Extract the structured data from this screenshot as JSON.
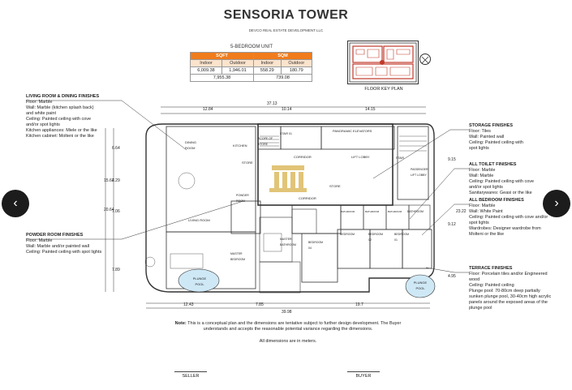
{
  "header": {
    "title": "SENSORIA TOWER",
    "developer": "DEVCO REAL ESTATE DEVELOPMENT LLC",
    "unit": "5-BEDROOM UNIT"
  },
  "area_table": {
    "sqft_label": "SQFT",
    "sqm_label": "SQM",
    "indoor_label": "Indoor",
    "outdoor_label": "Outdoor",
    "sqft_indoor": "6,009.38",
    "sqft_outdoor": "1,946.01",
    "sqm_indoor": "558.29",
    "sqm_outdoor": "180.79",
    "sqft_total": "7,955.38",
    "sqm_total": "739.08"
  },
  "key_plan": {
    "label": "FLOOR KEY PLAN"
  },
  "finishes": {
    "living": {
      "title": "LIVING ROOM & DINING FINISHES",
      "lines": [
        "Floor: Marble",
        "Wall: Marble (kitchen splash back)",
        "and white paint",
        "Ceiling: Painted ceiling with cove",
        "and/or spot lights",
        "Kitchen appliances: Miele or the like",
        "Kitchen cabinet: Molteni or the like"
      ]
    },
    "powder": {
      "title": "POWDER ROOM FINISHES",
      "lines": [
        "Floor: Marble",
        "Wall: Marble and/or painted wall",
        "Ceiling: Painted ceiling with spot lights"
      ]
    },
    "storage": {
      "title": "STORAGE FINISHES",
      "lines": [
        "Floor: Tiles",
        "Wall: Painted wall",
        "Ceiling: Painted ceiling with",
        "spot lights"
      ]
    },
    "toilet": {
      "title": "ALL TOILET FINISHES",
      "lines": [
        "Floor: Marble",
        "Wall: Marble",
        "Ceiling: Painted ceiling with cove",
        "and/or spot lights",
        "Sanitarywares: Geasi or the like"
      ]
    },
    "bedroom": {
      "title": "ALL BEDROOM FINISHES",
      "lines": [
        "Floor: Marble",
        "Wall: White Paint",
        "Ceiling: Painted ceiling with cove and/or",
        "spot lights",
        "Wardrobes: Designer wardrobe from",
        "Molteni or the like"
      ]
    },
    "terrace": {
      "title": "TERRACE FINISHES",
      "lines": [
        "Floor: Porcelain tiles and/or Engineered",
        "wood",
        "Ceiling: Painted ceiling",
        "Plunge pool: 70-80cm deep partially",
        "sunken plunge pool, 30-40cm high acrylic",
        "panels around the exposed areas of the",
        "plunge pool"
      ]
    }
  },
  "plan": {
    "dims_top": [
      "37.13",
      "12.84",
      "10.14",
      "14.15"
    ],
    "dims_left": [
      "6.64",
      "15.64",
      "2.29",
      "20.64",
      "7.06",
      "7.89"
    ],
    "dims_right": [
      "9.15",
      "23.22",
      "9.12",
      "4.95"
    ],
    "dims_bottom": [
      "12.43",
      "7.85",
      "19.7",
      "39.98"
    ],
    "rooms": {
      "dining": "DINING ROOM",
      "kitchen": "KITCHEN",
      "scope_store": "SCOPE OF STORE",
      "stair": "STAIR 01",
      "elevators": "PANORAMIC ELEVATORS",
      "stair2": "STAIR",
      "corridor1": "CORRIDOR",
      "lift_lobby": "LIFT LOBBY",
      "store": "STORE",
      "store2": "STORE",
      "corridor2": "CORRIDOR",
      "passenger": "PASSENGER LIFT LOBBY",
      "powder": "POWDER ROOM",
      "living": "LIVING ROOM",
      "master_bath": "MASTER BATHROOM",
      "master_bed": "MASTER BEDROOM",
      "bed04": "BEDROOM 04",
      "bedroom": "BEDROOM",
      "bed02": "BEDROOM 02",
      "bed01": "BEDROOM 01",
      "bathroom": "BATHROOM",
      "plunge_left": "PLUNGE POOL",
      "plunge_right": "PLUNGE POOL",
      "bath_a": "BATHROOM",
      "bath_b": "BATHROOM",
      "bath_c": "BATHROOM"
    }
  },
  "footer": {
    "note_prefix": "Note:",
    "note": "This is a conceptual plan and the dimensions are tentative subject to further design development. The Buyer understands and accepts the reasonable potential variance regarding the dimensions.",
    "units": "All dimensions are in meters.",
    "seller": "SELLER",
    "buyer": "BUYER"
  },
  "nav": {
    "prev": "‹",
    "next": "›"
  },
  "colors": {
    "orange": "#f07c1c",
    "pool": "#cfe8f6",
    "watermark": "#d8b14a"
  }
}
